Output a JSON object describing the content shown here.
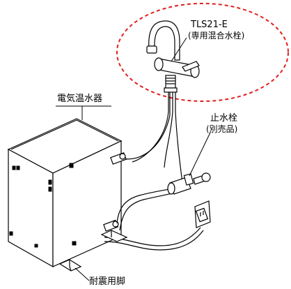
{
  "labels": {
    "faucet_model": "TLS21-E",
    "faucet_desc": "(専用混合水栓)",
    "heater": "電気温水器",
    "stop_valve": "止水栓",
    "stop_valve_note": "(別売品)",
    "seismic_leg": "耐震用脚"
  },
  "colors": {
    "line": "#000000",
    "highlight_circle": "#e02020",
    "background": "#ffffff"
  }
}
